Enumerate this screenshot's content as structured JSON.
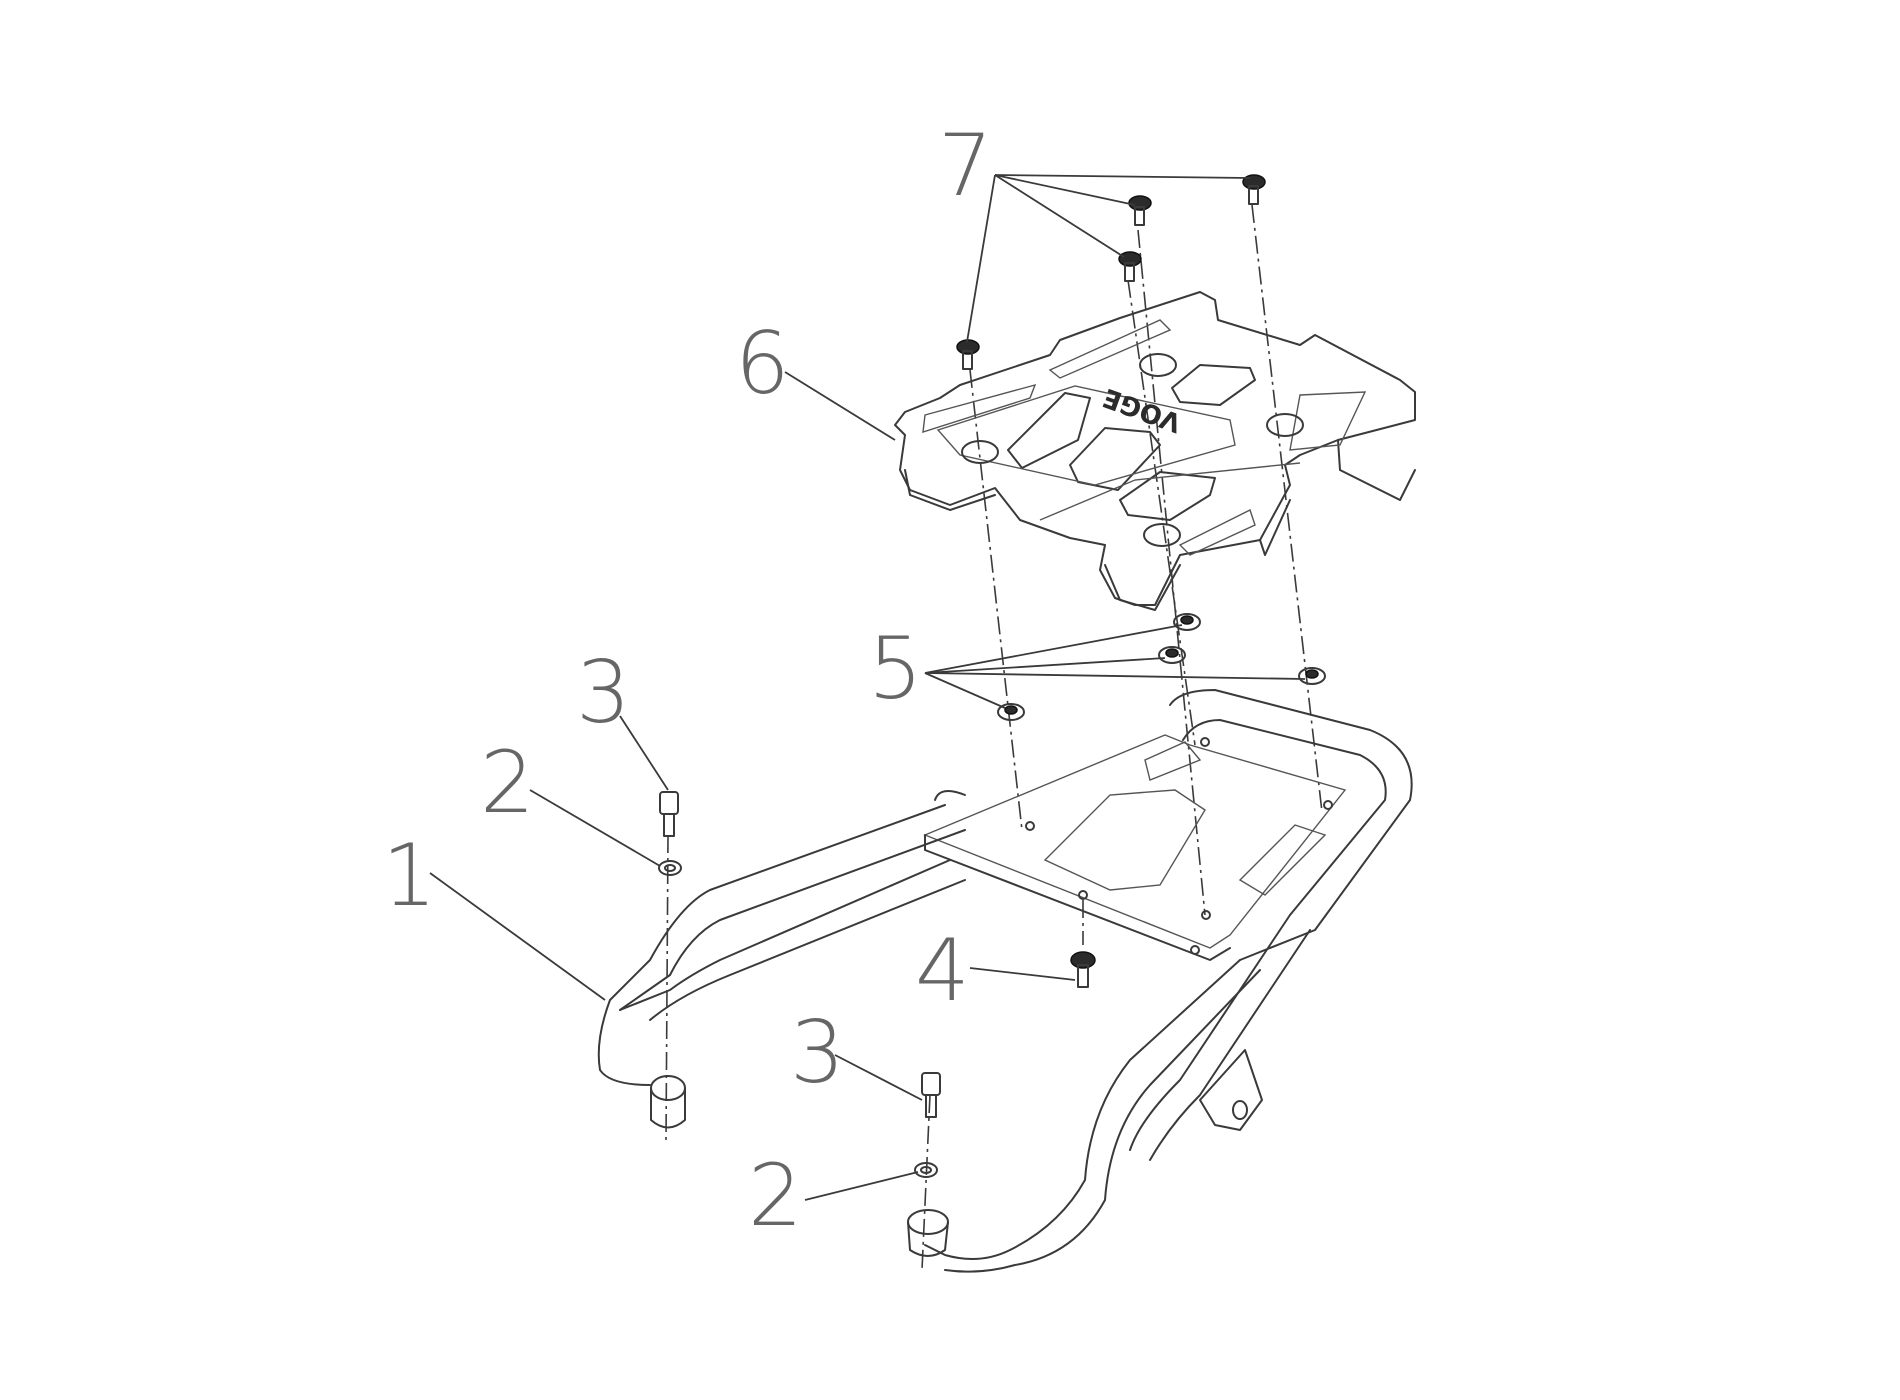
{
  "labels": {
    "frame": "1",
    "washer": "2",
    "bolt": "3",
    "screw": "4",
    "nut": "5",
    "plate": "6",
    "top_bolt": "7"
  },
  "plate_stamp": "VOGE"
}
